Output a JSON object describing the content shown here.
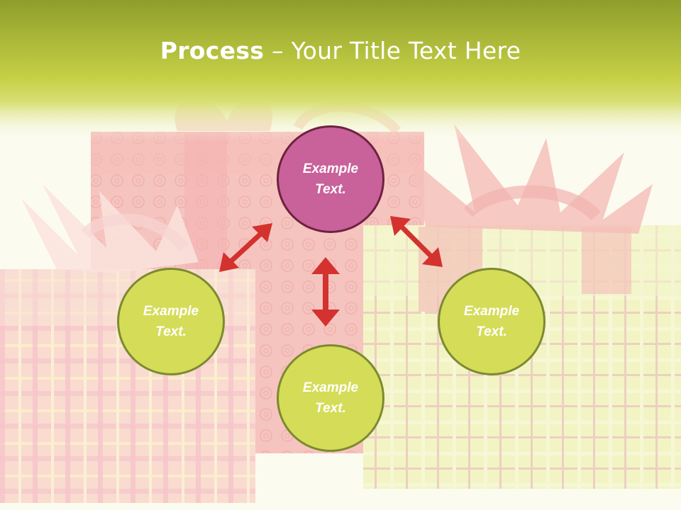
{
  "title": {
    "bold": "Process",
    "rest": " – Your Title Text Here"
  },
  "colors": {
    "header_top": "#8d9e2a",
    "header_mid": "#cbd64a",
    "main_node_fill": "#c9619a",
    "main_node_border": "#6e2240",
    "sub_node_fill": "#d5dc58",
    "sub_node_border": "#7c8a30",
    "arrow": "#d3322e"
  },
  "nodes": {
    "top": {
      "line1": "Example",
      "line2": "Text."
    },
    "left": {
      "line1": "Example",
      "line2": "Text."
    },
    "right": {
      "line1": "Example",
      "line2": "Text."
    },
    "bottom": {
      "line1": "Example",
      "line2": "Text."
    }
  }
}
